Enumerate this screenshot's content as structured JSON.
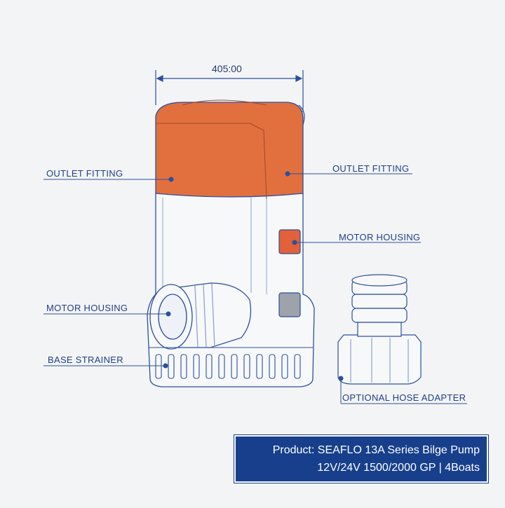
{
  "dimension": "405:00",
  "labels": {
    "outlet_left": "OUTLET FITTING",
    "outlet_right": "OUTLET FITTING",
    "motor_right": "MOTOR HOUSING",
    "motor_left": "MOTOR HOUSING",
    "base": "BASE STRAINER",
    "adapter": "OPTIONAL HOSE ADAPTER"
  },
  "info": {
    "line1": "Product: SEAFLO 13A Series Bilge Pump",
    "line2": "12V/24V 1500/2000 GP | 4Boats"
  },
  "colors": {
    "cap": "#e2703f",
    "line": "#2c4f9c",
    "info_bg": "#173f8c"
  }
}
